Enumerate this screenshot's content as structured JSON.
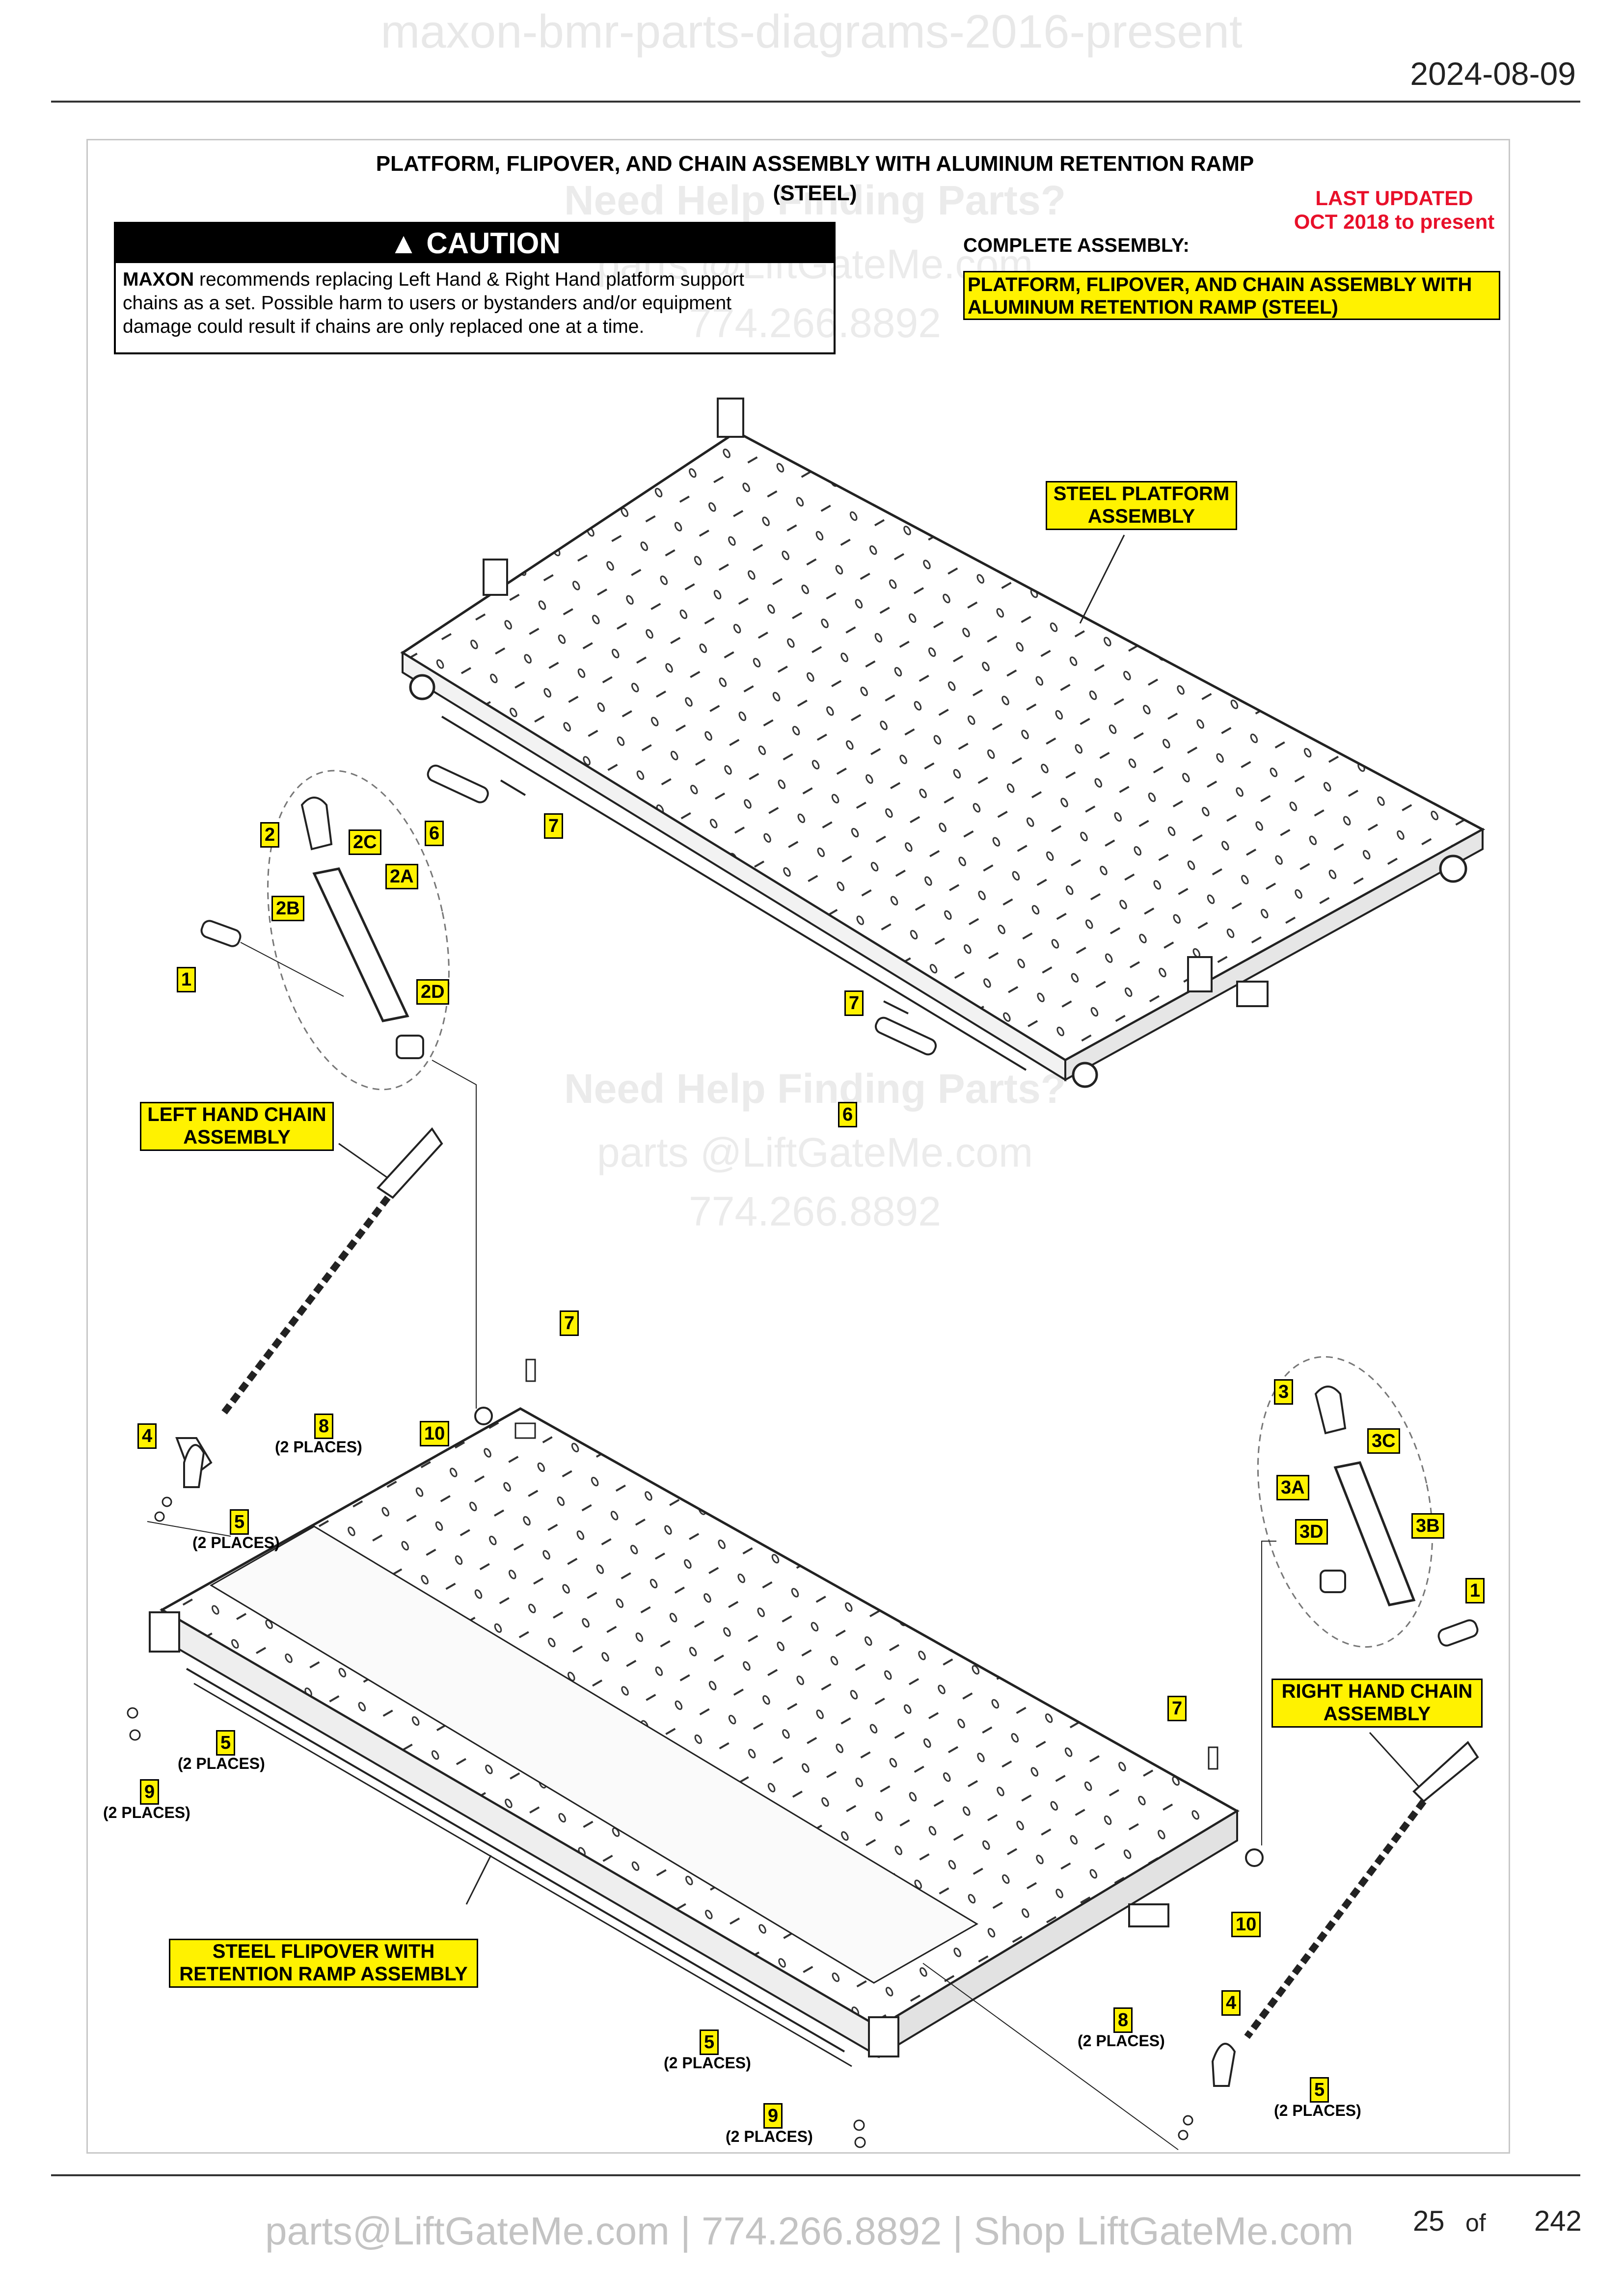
{
  "header": {
    "watermark": "maxon-bmr-parts-diagrams-2016-present",
    "date": "2024-08-09"
  },
  "title": {
    "line1": "PLATFORM, FLIPOVER, AND CHAIN ASSEMBLY WITH ALUMINUM RETENTION RAMP",
    "line2": "(STEEL)"
  },
  "last_updated": {
    "line1": "LAST UPDATED",
    "line2": "OCT 2018 to present",
    "color": "#e8102a"
  },
  "caution": {
    "heading": "CAUTION",
    "brand": "MAXON",
    "body_line1": " recommends replacing Left Hand & Right Hand platform support",
    "body_line2": "chains as a set. Possible harm to users or bystanders and/or equipment",
    "body_line3": "damage could result if chains are only replaced one at a time."
  },
  "complete_assembly": {
    "label": "COMPLETE ASSEMBLY:",
    "line1": "PLATFORM, FLIPOVER, AND CHAIN ASSEMBLY WITH",
    "line2": "ALUMINUM RETENTION RAMP (STEEL)"
  },
  "assembly_labels": {
    "steel_platform": [
      "STEEL PLATFORM",
      "ASSEMBLY"
    ],
    "left_chain": [
      "LEFT HAND CHAIN",
      "ASSEMBLY"
    ],
    "right_chain": [
      "RIGHT HAND CHAIN",
      "ASSEMBLY"
    ],
    "flipover": [
      "STEEL FLIPOVER WITH",
      "RETENTION RAMP ASSEMBLY"
    ]
  },
  "callouts": {
    "c2": "2",
    "c2c": "2C",
    "c2a": "2A",
    "c2b": "2B",
    "c2d": "2D",
    "c1_left": "1",
    "c6_upper": "6",
    "c7_upper": "7",
    "c7_mid": "7",
    "c6_mid": "6",
    "c7_flip_top": "7",
    "c10_left": "10",
    "c8_left": "8",
    "c4_left": "4",
    "c5_left_a": "5",
    "c5_left_b": "5",
    "c9_left": "9",
    "c3": "3",
    "c3c": "3C",
    "c3a": "3A",
    "c3b": "3B",
    "c3d": "3D",
    "c1_right": "1",
    "c7_right": "7",
    "c10_right": "10",
    "c4_right": "4",
    "c8_right": "8",
    "c5_right": "5",
    "c5_bottom": "5",
    "c9_bottom": "9"
  },
  "places": {
    "two": "(2 PLACES)"
  },
  "watermarks": {
    "help": "Need Help Finding Parts?",
    "email": "parts @LiftGateMe.com",
    "phone": "774.266.8892"
  },
  "footer": {
    "contact": "parts@LiftGateMe.com | 774.266.8892 | Shop LiftGateMe.com",
    "page": "25",
    "of": "of",
    "total": "242"
  }
}
